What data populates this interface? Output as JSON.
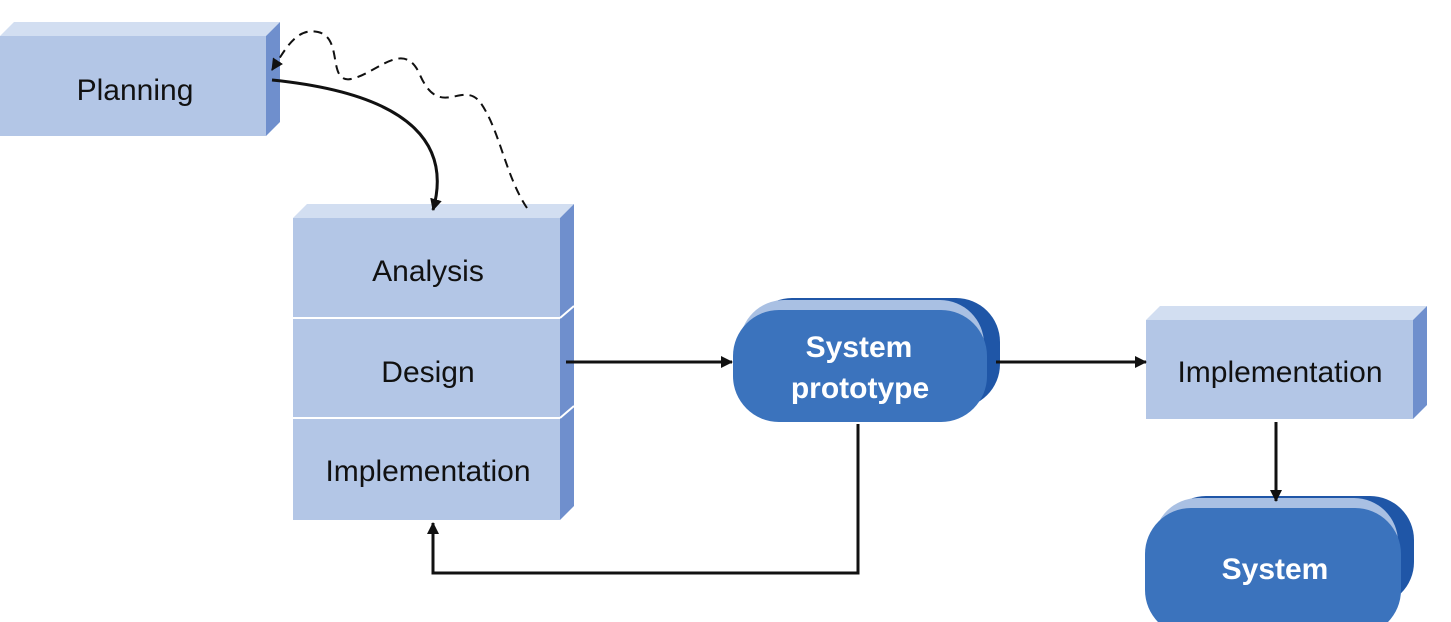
{
  "colors": {
    "box_face": "#b3c6e6",
    "box_top": "#d2def1",
    "box_side": "#6f8fcd",
    "pill_face": "#3b73bd",
    "pill_top": "#a9c0e3",
    "pill_side": "#1f56a7",
    "arrow": "#111111"
  },
  "nodes": {
    "planning": {
      "label": "Planning"
    },
    "analysis": {
      "label": "Analysis"
    },
    "design": {
      "label": "Design"
    },
    "implementation_stack": {
      "label": "Implementation"
    },
    "system_prototype": {
      "label_line1": "System",
      "label_line2": "prototype"
    },
    "implementation_final": {
      "label": "Implementation"
    },
    "system": {
      "label": "System"
    }
  }
}
